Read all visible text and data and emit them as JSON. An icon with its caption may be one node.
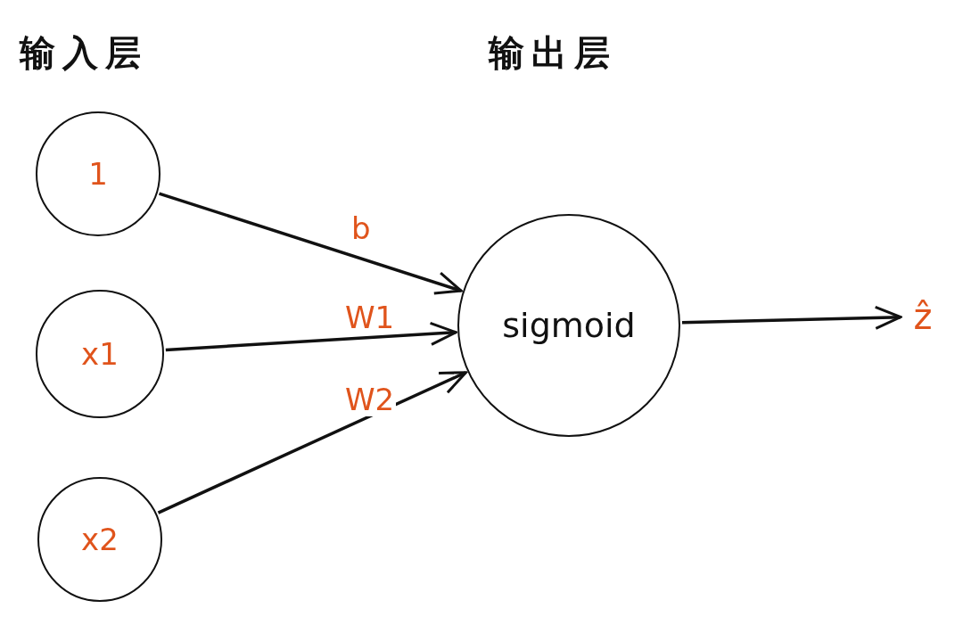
{
  "diagram": {
    "nodes": [
      {
        "text": [
          "1"
        ]
      },
      {
        "text": [
          "x1"
        ]
      },
      {
        "text": [
          "x2"
        ]
      },
      {
        "text": [
          "sigmoid"
        ]
      },
      {
        "text": [
          "ẑ"
        ]
      }
    ],
    "edges": [
      {
        "from": 0,
        "to": 3,
        "arrow": "to",
        "label": "b"
      },
      {
        "from": 1,
        "to": 3,
        "arrow": "to",
        "label": "W1"
      },
      {
        "from": 2,
        "to": 3,
        "arrow": "to",
        "label": "W2"
      },
      {
        "from": 3,
        "to": 4,
        "arrow": "to"
      }
    ],
    "labels": [
      "输入层",
      "输出层"
    ]
  }
}
